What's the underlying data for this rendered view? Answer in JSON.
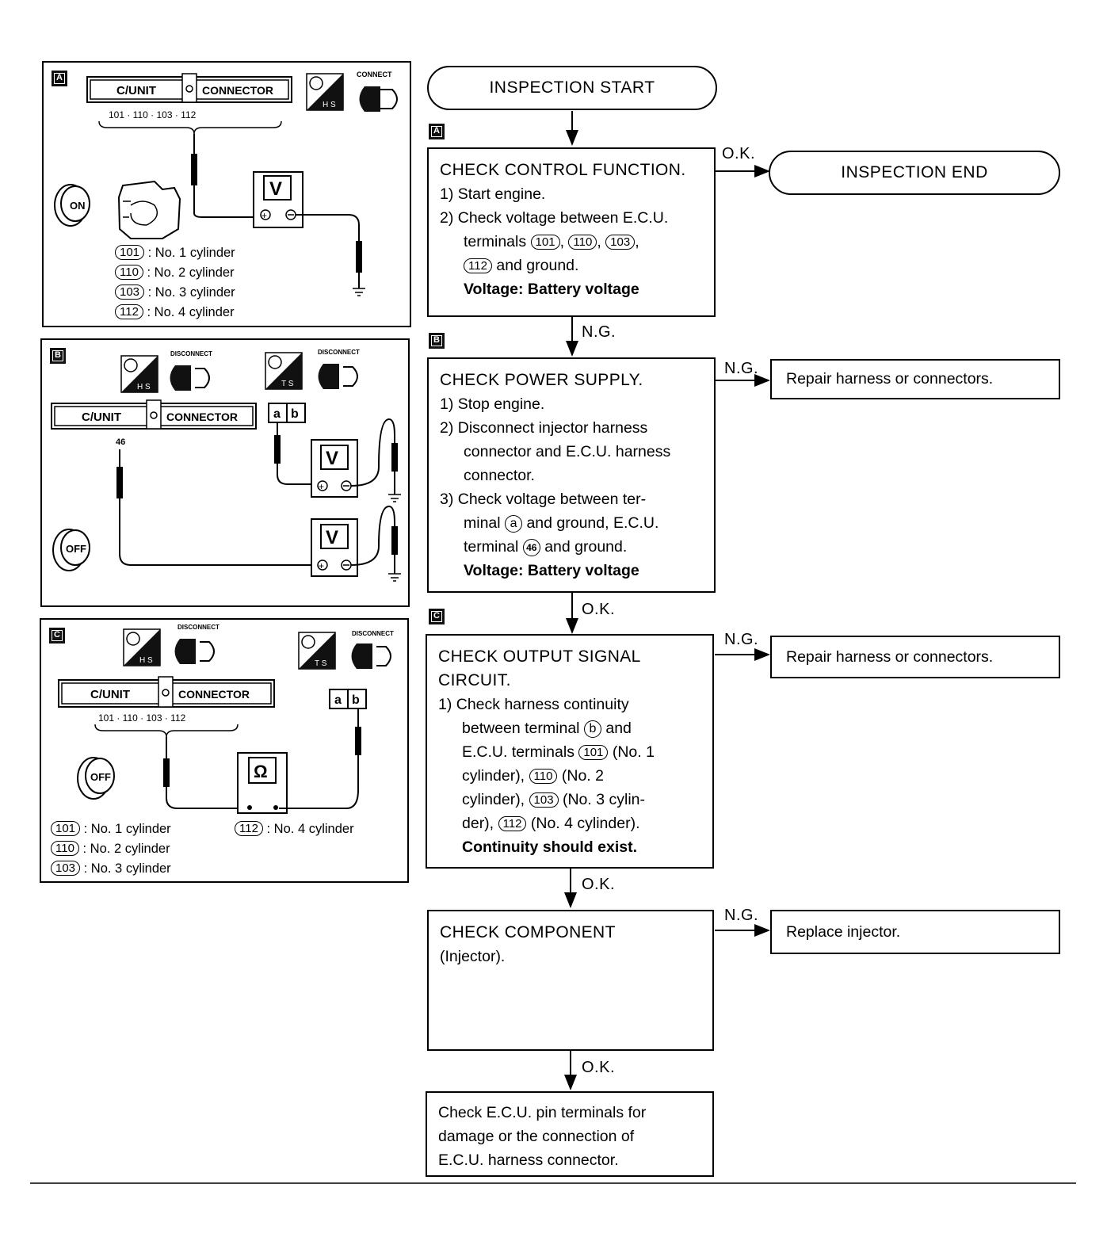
{
  "flow": {
    "start": "INSPECTION START",
    "end": "INSPECTION END",
    "step_a": {
      "tag": "A",
      "title": "CHECK CONTROL FUNCTION.",
      "l1": "1) Start engine.",
      "l2": "2) Check voltage between E.C.U.",
      "l3a": "terminals",
      "t101": "101",
      "t110": "110",
      "t103": "103",
      "t112": "112",
      "l4": "and ground.",
      "voltage": "Voltage:  Battery voltage"
    },
    "step_b": {
      "tag": "B",
      "title": "CHECK POWER SUPPLY.",
      "l1": "1) Stop engine.",
      "l2": "2) Disconnect injector harness",
      "l3": "connector and E.C.U. harness",
      "l4": "connector.",
      "l5": "3) Check voltage between ter-",
      "l6a": "minal",
      "term_a": "a",
      "l6b": "and ground, E.C.U.",
      "l7a": "terminal",
      "term_46": "46",
      "l7b": "and ground.",
      "voltage": "Voltage:  Battery voltage"
    },
    "step_c": {
      "tag": "C",
      "title": "CHECK OUTPUT SIGNAL",
      "title2": "CIRCUIT.",
      "l1": "1) Check harness continuity",
      "l2a": "between terminal",
      "term_b": "b",
      "l2b": "and",
      "l3a": "E.C.U. terminals",
      "t101": "101",
      "l3b": "(No. 1",
      "l4a": "cylinder),",
      "t110": "110",
      "l4b": "(No. 2",
      "l5a": "cylinder),",
      "t103": "103",
      "l5b": "(No. 3 cylin-",
      "l6a": "der),",
      "t112": "112",
      "l6b": "(No. 4 cylinder).",
      "cont": "Continuity should exist."
    },
    "step_d": {
      "title": "CHECK COMPONENT",
      "l1": "(Injector)."
    },
    "step_e": {
      "l1": "Check E.C.U. pin terminals for",
      "l2": "damage or the connection of",
      "l3": "E.C.U. harness connector."
    },
    "repair_1": "Repair harness or connectors.",
    "repair_2": "Repair harness or connectors.",
    "replace": "Replace injector.",
    "labels": {
      "ok": "O.K.",
      "ng": "N.G."
    }
  },
  "panels": {
    "a": {
      "tag": "A",
      "c_unit": "C/UNIT",
      "connector": "CONNECTOR",
      "pins": "101  ·  110  ·  103  ·  112",
      "connect": "CONNECT",
      "hs": "H S",
      "key": "ON",
      "meter": "V",
      "cyl": [
        {
          "num": "101",
          "text": ":  No. 1 cylinder"
        },
        {
          "num": "110",
          "text": ":  No. 2 cylinder"
        },
        {
          "num": "103",
          "text": ":  No. 3 cylinder"
        },
        {
          "num": "112",
          "text": ":  No. 4 cylinder"
        }
      ]
    },
    "b": {
      "tag": "B",
      "c_unit": "C/UNIT",
      "connector": "CONNECTOR",
      "pin": "46",
      "disconnect": "DISCONNECT",
      "hs": "H S",
      "ts": "T S",
      "key": "OFF",
      "meter": "V",
      "term_a": "a",
      "term_b": "b"
    },
    "c": {
      "tag": "C",
      "c_unit": "C/UNIT",
      "connector": "CONNECTOR",
      "pins": "101 · 110  ·  103 · 112",
      "disconnect": "DISCONNECT",
      "hs": "H S",
      "ts": "T S",
      "key": "OFF",
      "meter": "Ω",
      "term_a": "a",
      "term_b": "b",
      "cyl": [
        {
          "num": "101",
          "text": ":  No. 1 cylinder"
        },
        {
          "num": "110",
          "text": ":  No. 2 cylinder"
        },
        {
          "num": "103",
          "text": ":  No. 3 cylinder"
        },
        {
          "num": "112",
          "text": ":  No. 4 cylinder"
        }
      ]
    }
  }
}
